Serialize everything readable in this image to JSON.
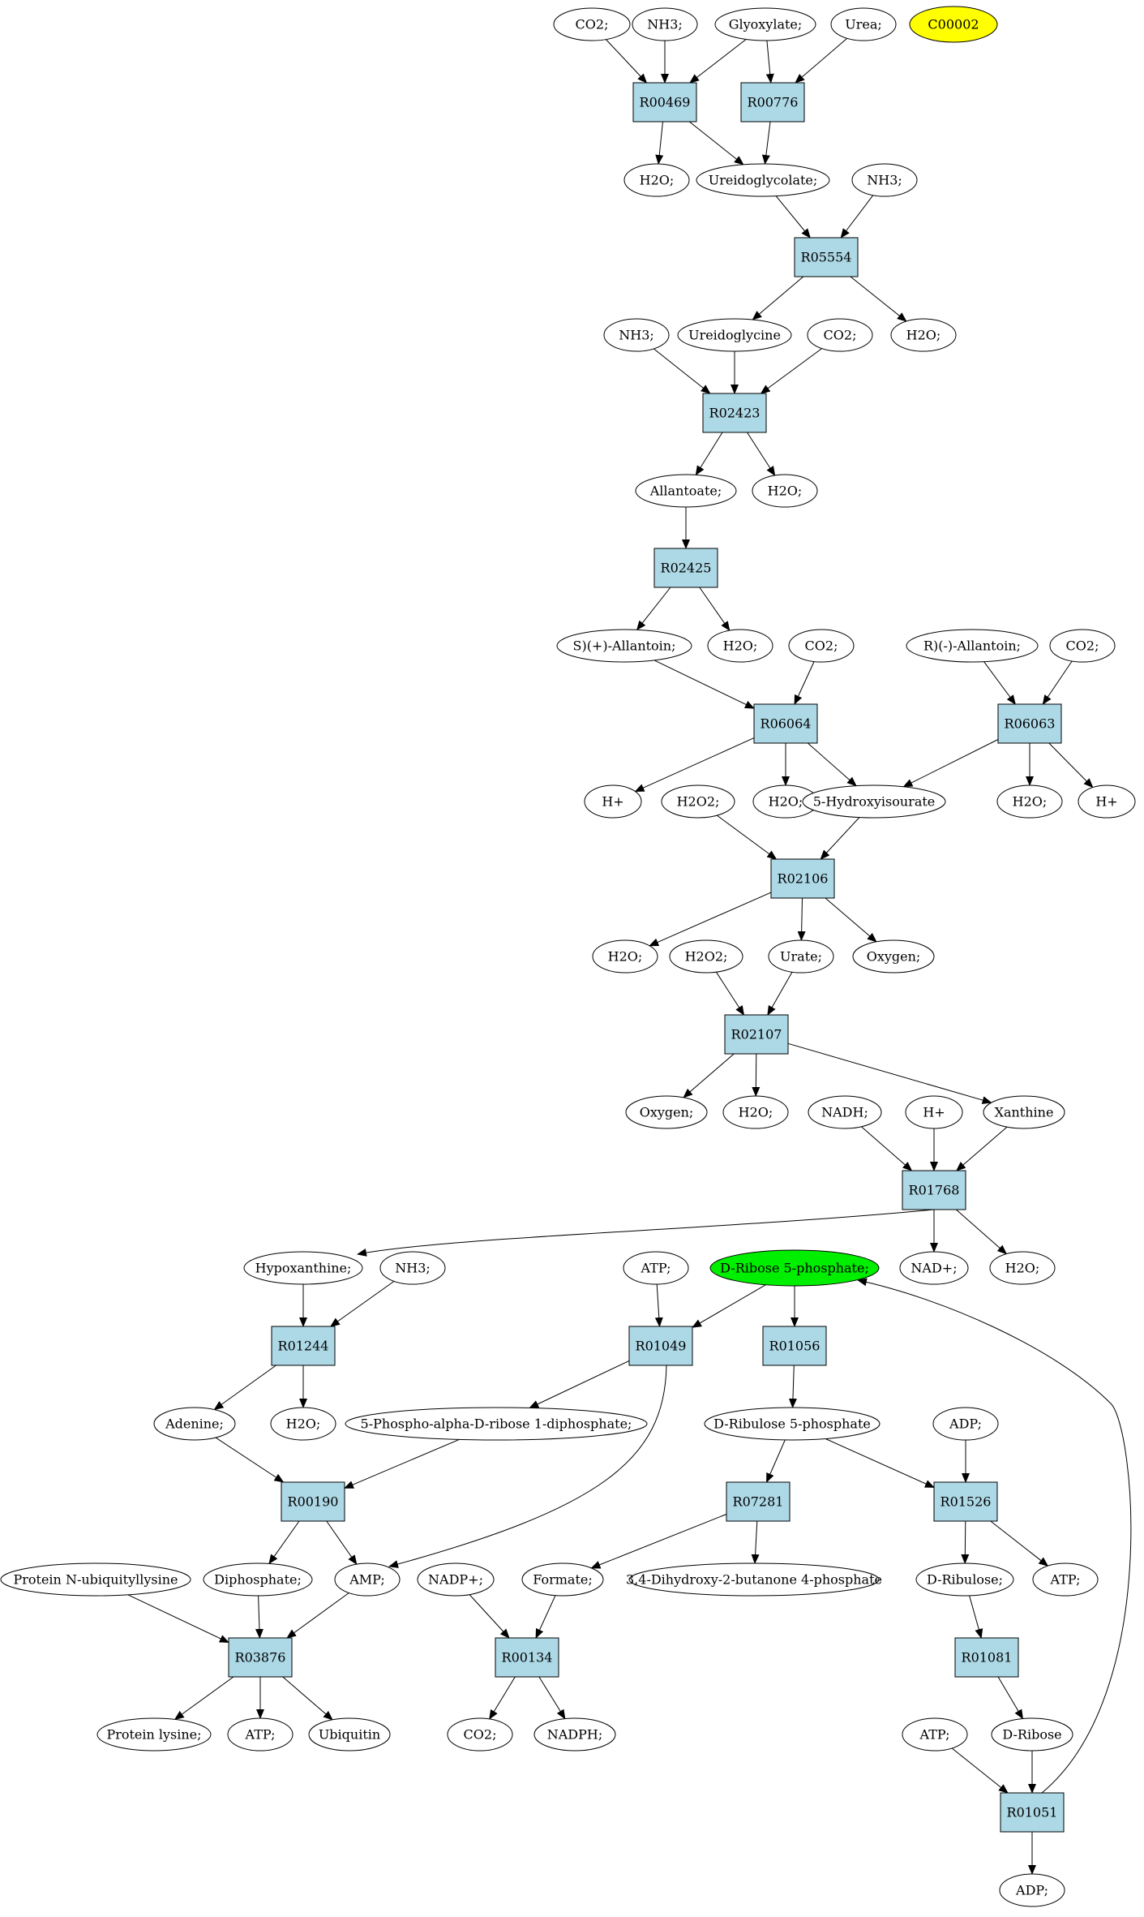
{
  "colors": {
    "reaction_fill": "#add8e6",
    "compound_fill": "#ffffff",
    "highlight_yellow": "#ffff00",
    "highlight_green": "#00ee00",
    "stroke": "#000000"
  },
  "nodes": {
    "c_co2_1": {
      "label": "CO2;",
      "kind": "compound"
    },
    "c_nh3_1": {
      "label": "NH3;",
      "kind": "compound"
    },
    "c_glyoxylate": {
      "label": "Glyoxylate;",
      "kind": "compound"
    },
    "c_urea": {
      "label": "Urea;",
      "kind": "compound"
    },
    "c_c00002": {
      "label": "C00002",
      "kind": "compound",
      "fill": "highlight_yellow"
    },
    "r_R00469": {
      "label": "R00469",
      "kind": "reaction"
    },
    "r_R00776": {
      "label": "R00776",
      "kind": "reaction"
    },
    "c_h2o_1": {
      "label": "H2O;",
      "kind": "compound"
    },
    "c_ureidoglycolate": {
      "label": "Ureidoglycolate;",
      "kind": "compound"
    },
    "c_nh3_2": {
      "label": "NH3;",
      "kind": "compound"
    },
    "r_R05554": {
      "label": "R05554",
      "kind": "reaction"
    },
    "c_nh3_3": {
      "label": "NH3;",
      "kind": "compound"
    },
    "c_ureidoglycine": {
      "label": "Ureidoglycine",
      "kind": "compound"
    },
    "c_co2_2": {
      "label": "CO2;",
      "kind": "compound"
    },
    "c_h2o_2": {
      "label": "H2O;",
      "kind": "compound"
    },
    "r_R02423": {
      "label": "R02423",
      "kind": "reaction"
    },
    "c_allantoate": {
      "label": "Allantoate;",
      "kind": "compound"
    },
    "c_h2o_3": {
      "label": "H2O;",
      "kind": "compound"
    },
    "r_R02425": {
      "label": "R02425",
      "kind": "reaction"
    },
    "c_s_allantoin": {
      "label": "S)(+)-Allantoin;",
      "kind": "compound"
    },
    "c_h2o_4": {
      "label": "H2O;",
      "kind": "compound"
    },
    "c_co2_3": {
      "label": "CO2;",
      "kind": "compound"
    },
    "c_r_allantoin": {
      "label": "R)(-)-Allantoin;",
      "kind": "compound"
    },
    "c_co2_4": {
      "label": "CO2;",
      "kind": "compound"
    },
    "r_R06064": {
      "label": "R06064",
      "kind": "reaction"
    },
    "r_R06063": {
      "label": "R06063",
      "kind": "reaction"
    },
    "c_hplus_1": {
      "label": "H+",
      "kind": "compound"
    },
    "c_h2o2_1": {
      "label": "H2O2;",
      "kind": "compound"
    },
    "c_h2o_5": {
      "label": "H2O;",
      "kind": "compound"
    },
    "c_5hiu": {
      "label": "5-Hydroxyisourate",
      "kind": "compound"
    },
    "c_h2o_6": {
      "label": "H2O;",
      "kind": "compound"
    },
    "c_hplus_2": {
      "label": "H+",
      "kind": "compound"
    },
    "r_R02106": {
      "label": "R02106",
      "kind": "reaction"
    },
    "c_h2o_7": {
      "label": "H2O;",
      "kind": "compound"
    },
    "c_h2o2_2": {
      "label": "H2O2;",
      "kind": "compound"
    },
    "c_urate": {
      "label": "Urate;",
      "kind": "compound"
    },
    "c_oxygen_1": {
      "label": "Oxygen;",
      "kind": "compound"
    },
    "r_R02107": {
      "label": "R02107",
      "kind": "reaction"
    },
    "c_oxygen_2": {
      "label": "Oxygen;",
      "kind": "compound"
    },
    "c_h2o_8": {
      "label": "H2O;",
      "kind": "compound"
    },
    "c_nadh": {
      "label": "NADH;",
      "kind": "compound"
    },
    "c_hplus_3": {
      "label": "H+",
      "kind": "compound"
    },
    "c_xanthine": {
      "label": "Xanthine",
      "kind": "compound"
    },
    "r_R01768": {
      "label": "R01768",
      "kind": "reaction"
    },
    "c_hypoxanthine": {
      "label": "Hypoxanthine;",
      "kind": "compound"
    },
    "c_nh3_4": {
      "label": "NH3;",
      "kind": "compound"
    },
    "c_atp_1": {
      "label": "ATP;",
      "kind": "compound"
    },
    "c_d_ribose5p": {
      "label": "D-Ribose 5-phosphate;",
      "kind": "compound",
      "fill": "highlight_green"
    },
    "c_nadplus_1": {
      "label": "NAD+;",
      "kind": "compound"
    },
    "c_h2o_9": {
      "label": "H2O;",
      "kind": "compound"
    },
    "r_R01244": {
      "label": "R01244",
      "kind": "reaction"
    },
    "r_R01049": {
      "label": "R01049",
      "kind": "reaction"
    },
    "r_R01056": {
      "label": "R01056",
      "kind": "reaction"
    },
    "c_adenine": {
      "label": "Adenine;",
      "kind": "compound"
    },
    "c_h2o_10": {
      "label": "H2O;",
      "kind": "compound"
    },
    "c_prpp": {
      "label": "5-Phospho-alpha-D-ribose 1-diphosphate;",
      "kind": "compound"
    },
    "c_d_ribulose5p": {
      "label": "D-Ribulose 5-phosphate",
      "kind": "compound"
    },
    "c_adp_1": {
      "label": "ADP;",
      "kind": "compound"
    },
    "r_R00190": {
      "label": "R00190",
      "kind": "reaction"
    },
    "r_R07281": {
      "label": "R07281",
      "kind": "reaction"
    },
    "r_R01526": {
      "label": "R01526",
      "kind": "reaction"
    },
    "c_protein_nubl": {
      "label": "Protein N-ubiquityllysine",
      "kind": "compound"
    },
    "c_diphosphate": {
      "label": "Diphosphate;",
      "kind": "compound"
    },
    "c_amp": {
      "label": "AMP;",
      "kind": "compound"
    },
    "c_nadpplus": {
      "label": "NADP+;",
      "kind": "compound"
    },
    "c_formate": {
      "label": "Formate;",
      "kind": "compound"
    },
    "c_dhbp": {
      "label": "3,4-Dihydroxy-2-butanone 4-phosphate",
      "kind": "compound"
    },
    "c_d_ribulose": {
      "label": "D-Ribulose;",
      "kind": "compound"
    },
    "c_atp_2": {
      "label": "ATP;",
      "kind": "compound"
    },
    "r_R03876": {
      "label": "R03876",
      "kind": "reaction"
    },
    "r_R00134": {
      "label": "R00134",
      "kind": "reaction"
    },
    "r_R01081": {
      "label": "R01081",
      "kind": "reaction"
    },
    "c_protein_lysine": {
      "label": "Protein lysine;",
      "kind": "compound"
    },
    "c_atp_3": {
      "label": "ATP;",
      "kind": "compound"
    },
    "c_ubiquitin": {
      "label": "Ubiquitin",
      "kind": "compound"
    },
    "c_co2_5": {
      "label": "CO2;",
      "kind": "compound"
    },
    "c_nadph": {
      "label": "NADPH;",
      "kind": "compound"
    },
    "c_atp_4": {
      "label": "ATP;",
      "kind": "compound"
    },
    "c_d_ribose": {
      "label": "D-Ribose",
      "kind": "compound"
    },
    "r_R01051": {
      "label": "R01051",
      "kind": "reaction"
    },
    "c_adp_2": {
      "label": "ADP;",
      "kind": "compound"
    }
  }
}
